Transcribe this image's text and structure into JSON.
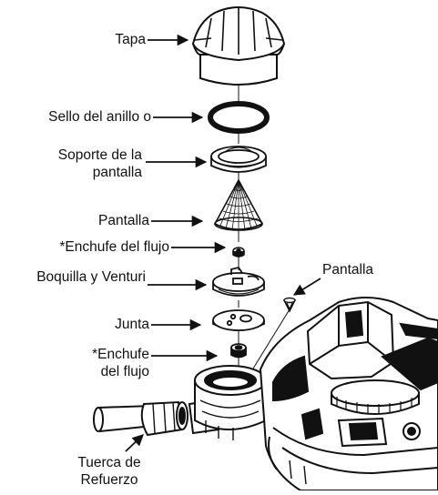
{
  "labels": {
    "cap": "Tapa",
    "o_ring": "Sello del anillo o",
    "screen_support_1": "Soporte de la",
    "screen_support_2": "pantalla",
    "screen": "Pantalla",
    "flow_plug_top": "*Enchufe del flujo",
    "nozzle_venturi": "Boquilla y Venturi",
    "gasket": "Junta",
    "flow_plug_bottom_1": "*Enchufe",
    "flow_plug_bottom_2": "del flujo",
    "small_screen": "Pantalla",
    "nut_1": "Tuerca de",
    "nut_2": "Refuerzo"
  },
  "colors": {
    "ink": "#111111",
    "paper": "#ffffff"
  }
}
